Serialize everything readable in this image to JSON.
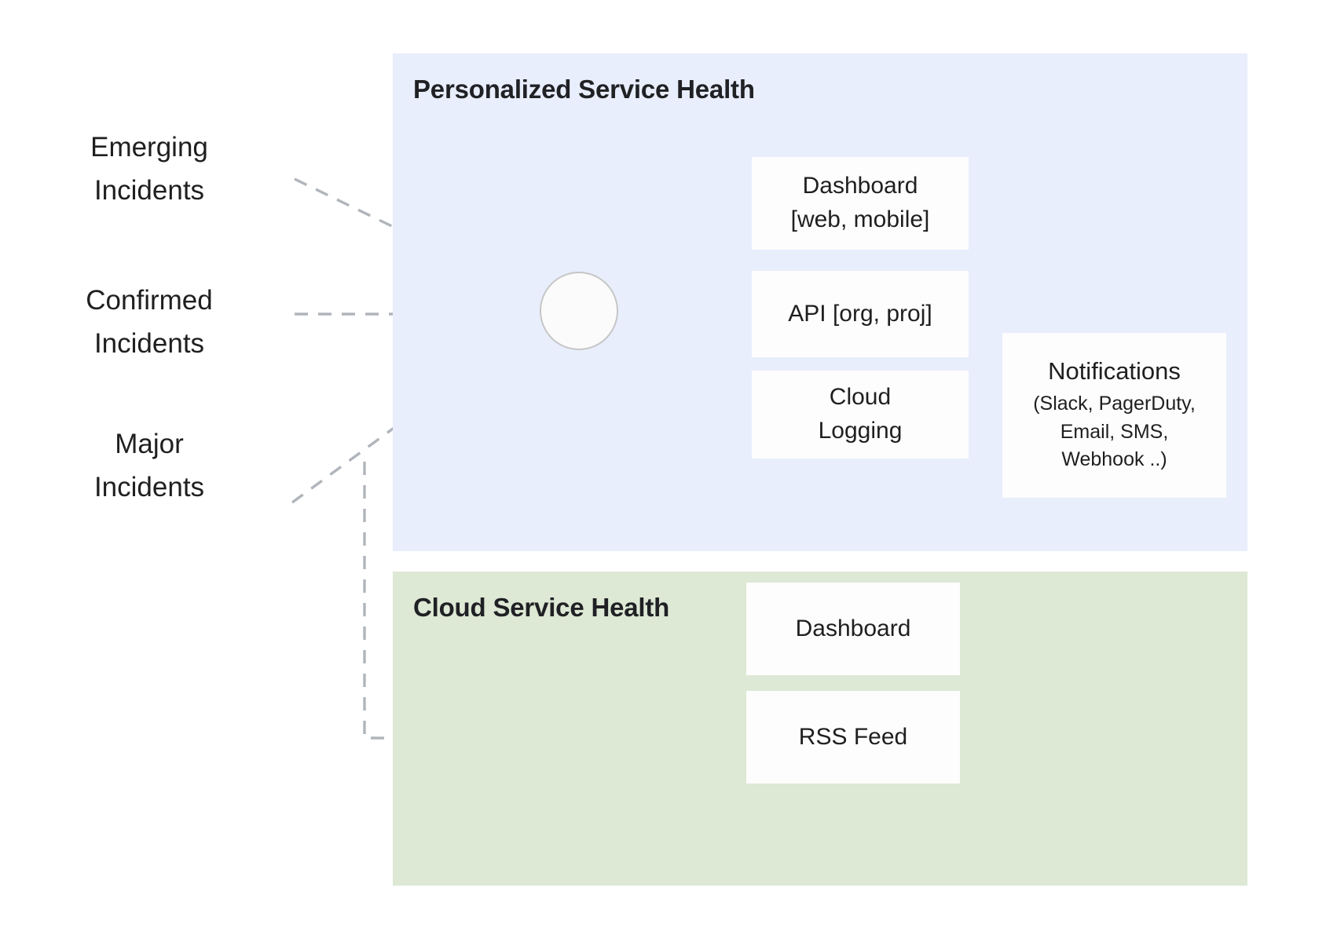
{
  "sources": [
    {
      "id": "emerging",
      "label": "Emerging\nIncidents"
    },
    {
      "id": "confirmed",
      "label": "Confirmed\nIncidents"
    },
    {
      "id": "major",
      "label": "Major\nIncidents"
    }
  ],
  "panels": {
    "personalized": {
      "title": "Personalized Service Health",
      "color": "#e8eefc",
      "nodes": [
        {
          "id": "dashboard-web",
          "label": "Dashboard\n[web, mobile]"
        },
        {
          "id": "api",
          "label": "API [org, proj]"
        },
        {
          "id": "cloud-logging",
          "label": "Cloud\nLogging"
        }
      ],
      "notifications": {
        "title": "Notifications",
        "detail": "(Slack, PagerDuty,\nEmail, SMS,\nWebhook ..)"
      }
    },
    "cloud": {
      "title": "Cloud Service Health",
      "color": "#dde8d5",
      "nodes": [
        {
          "id": "csh-dashboard",
          "label": "Dashboard"
        },
        {
          "id": "csh-rss",
          "label": "RSS Feed"
        }
      ]
    }
  },
  "edges": {
    "dashed_color": "#b0b5bb",
    "solid_dark_color": "#4a545e",
    "solid_light_color": "#bfc4c9"
  },
  "hub": {
    "id": "aggregation-hub",
    "fill": "#fbfbfb",
    "stroke": "#c6c6c6"
  }
}
